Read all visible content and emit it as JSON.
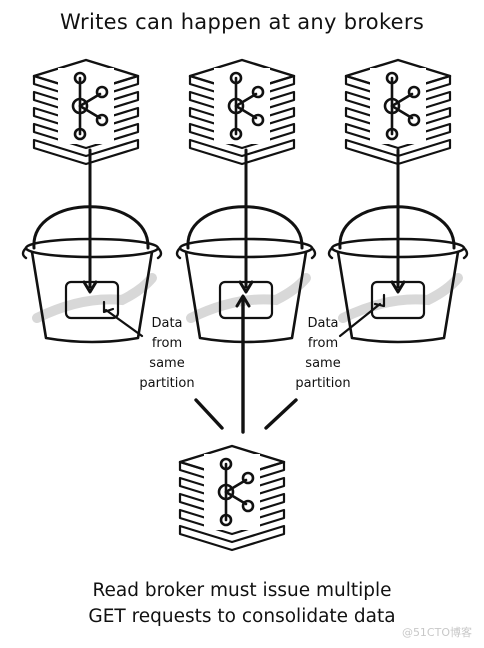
{
  "title": "Writes can happen at any brokers",
  "caption": {
    "line1": "Read broker must issue multiple",
    "line2": "GET requests to consolidate data"
  },
  "notes": {
    "left": [
      "Data",
      "from",
      "same",
      "partition"
    ],
    "right": [
      "Data",
      "from",
      "same",
      "partition"
    ]
  },
  "watermark": "@51CTO博客",
  "icons": {
    "broker": "kafka-logo-icon",
    "bucket": "bucket-icon"
  },
  "colors": {
    "ink": "#111111",
    "shadow": "#c8c8c8",
    "watermark": "#c8c8c8"
  }
}
